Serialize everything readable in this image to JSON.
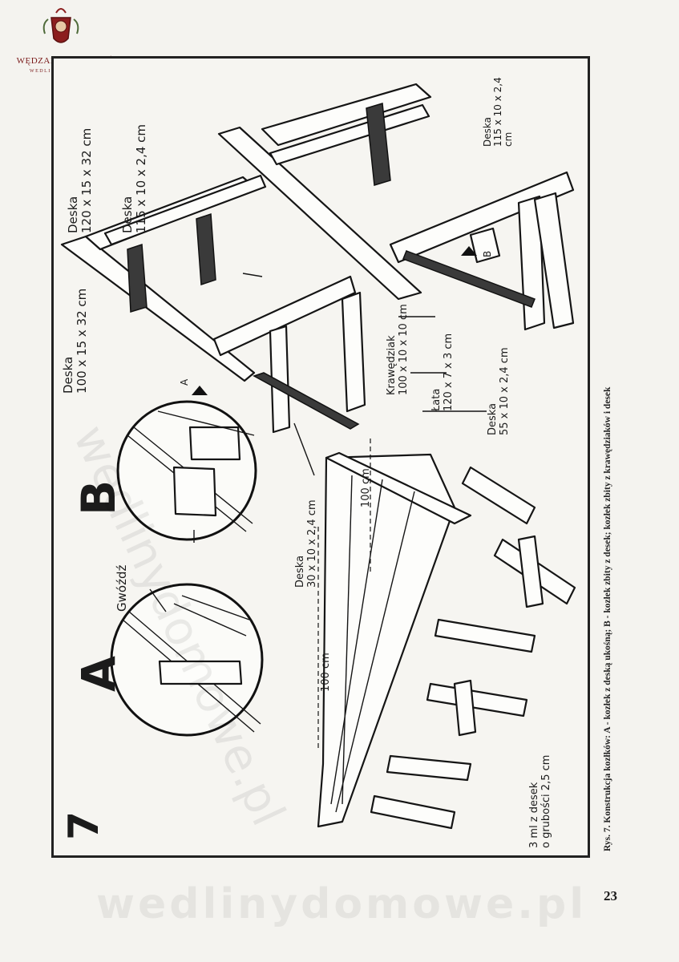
{
  "branding": {
    "logo_title": "WĘDZARNICZA BRAĆ",
    "logo_subtitle": "WEDLINYDOMOWE.PL",
    "watermark_bottom": "wedlinydomowe.pl",
    "watermark_diagonal": "wedlinydomowe.pl"
  },
  "figure": {
    "number": "7",
    "detail_a_letter": "A",
    "detail_b_letter": "B",
    "arrow_a": "A",
    "arrow_b": "B",
    "labels": {
      "gwozdz": "Gwóźdź",
      "deska_120": [
        "Deska",
        "120 x 15 x 32 cm"
      ],
      "deska_115": [
        "Deska",
        "115 x 10 x 2,4 cm"
      ],
      "deska_100": [
        "Deska",
        "100 x 15 x 32 cm"
      ],
      "krawedziak": [
        "Krawędziak",
        "100 x 10 x 10 cm"
      ],
      "lata": [
        "Łata",
        "120 x 7 x 3 cm"
      ],
      "deska_55": [
        "Deska",
        "55 x 10 x 2,4 cm"
      ],
      "deska_30": [
        "Deska",
        "30 x 10 x 2,4 cm"
      ],
      "deska_top_right": [
        "Deska",
        "115 x 10 x 2,4",
        "cm"
      ],
      "dim_100_a": "100 cm",
      "dim_100_b": "100 cm",
      "blat": [
        "3 ml z desek",
        "o grubości 2,5 cm"
      ]
    }
  },
  "caption": "Rys. 7. Konstrukcja kozłków: A - kozłek z deską ukośną; B - kozłek zbity z desek;  kozłek zbity z krawędziaków i desek",
  "page_number": "23",
  "colors": {
    "ink": "#1a1a1a",
    "paper": "#f4f3ef",
    "logo": "#7a1a1a"
  }
}
